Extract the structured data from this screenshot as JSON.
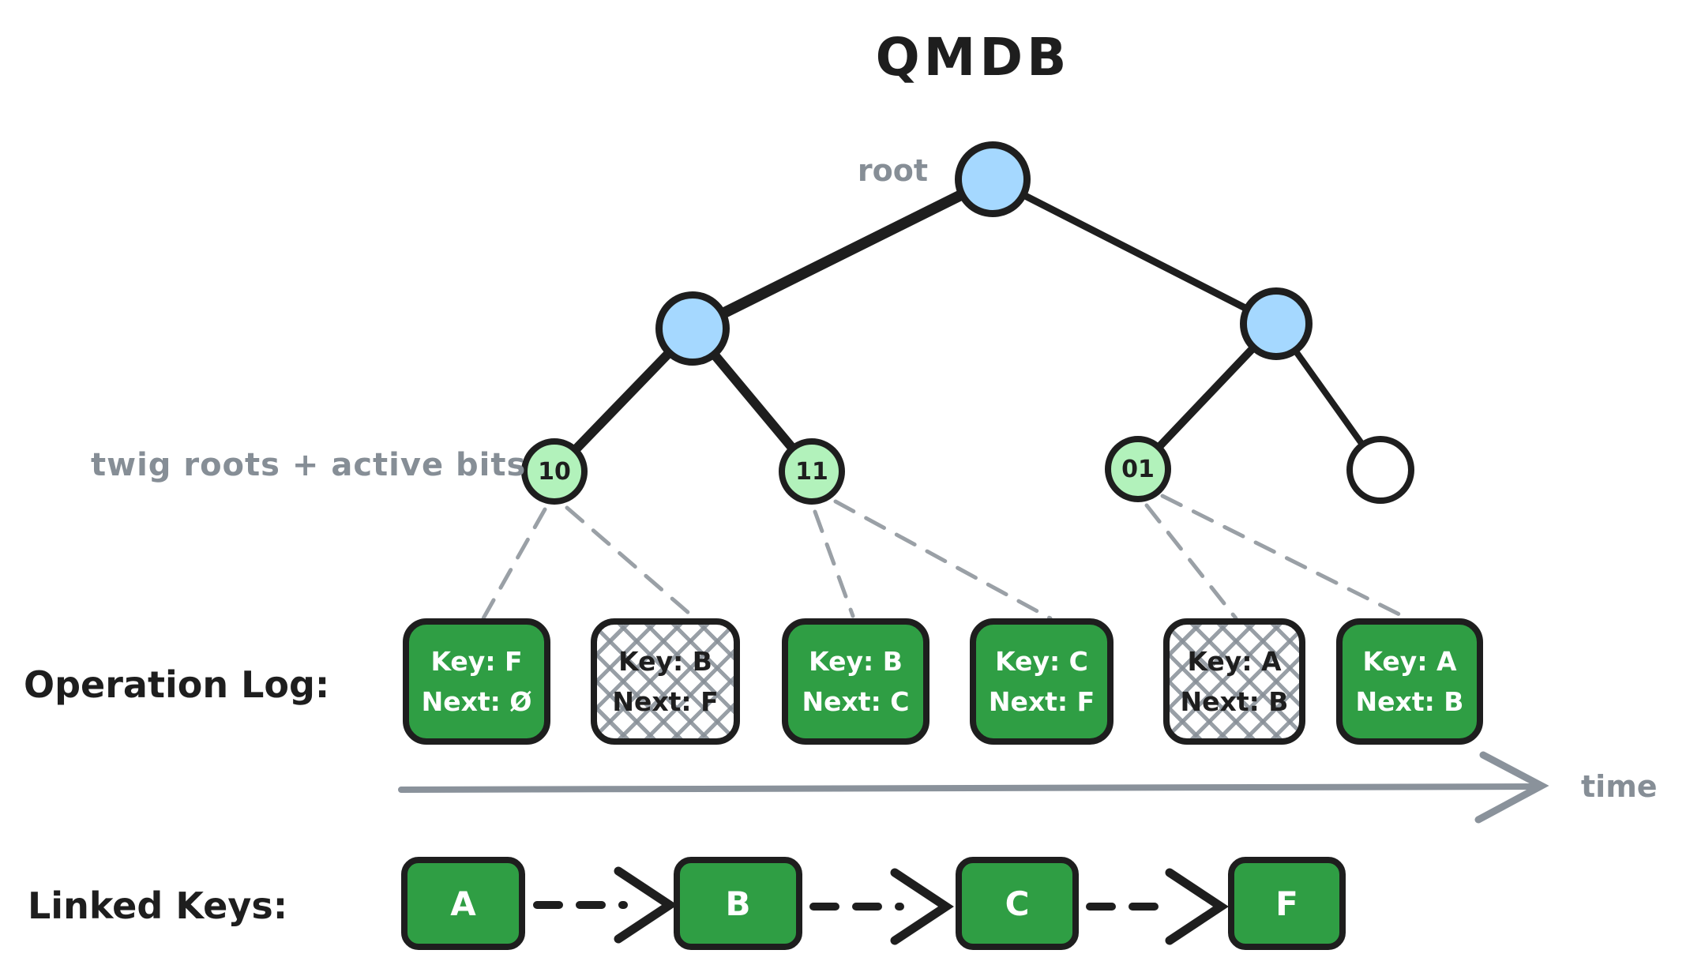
{
  "title": "QMDB",
  "colors": {
    "node_blue": "#a5d8ff",
    "twig_green": "#b2f2bb",
    "entry_green": "#2f9e44",
    "stroke_black": "#1e1e1e",
    "annotation_gray": "#868e96"
  },
  "tree": {
    "root_label": "root",
    "twig_annotation": "twig roots + active bits",
    "twig_nodes": [
      {
        "bits": "10"
      },
      {
        "bits": "11"
      },
      {
        "bits": "01"
      },
      {
        "bits": ""
      }
    ]
  },
  "operation_log": {
    "label": "Operation Log:",
    "entries": [
      {
        "key": "Key: F",
        "next": "Next: Ø",
        "status": "active"
      },
      {
        "key": "Key: B",
        "next": "Next: F",
        "status": "superseded"
      },
      {
        "key": "Key: B",
        "next": "Next: C",
        "status": "active"
      },
      {
        "key": "Key: C",
        "next": "Next: F",
        "status": "active"
      },
      {
        "key": "Key: A",
        "next": "Next: B",
        "status": "superseded"
      },
      {
        "key": "Key: A",
        "next": "Next: B",
        "status": "active"
      }
    ]
  },
  "timeline": {
    "label": "time"
  },
  "linked_keys": {
    "label": "Linked Keys:",
    "keys": [
      "A",
      "B",
      "C",
      "F"
    ]
  }
}
